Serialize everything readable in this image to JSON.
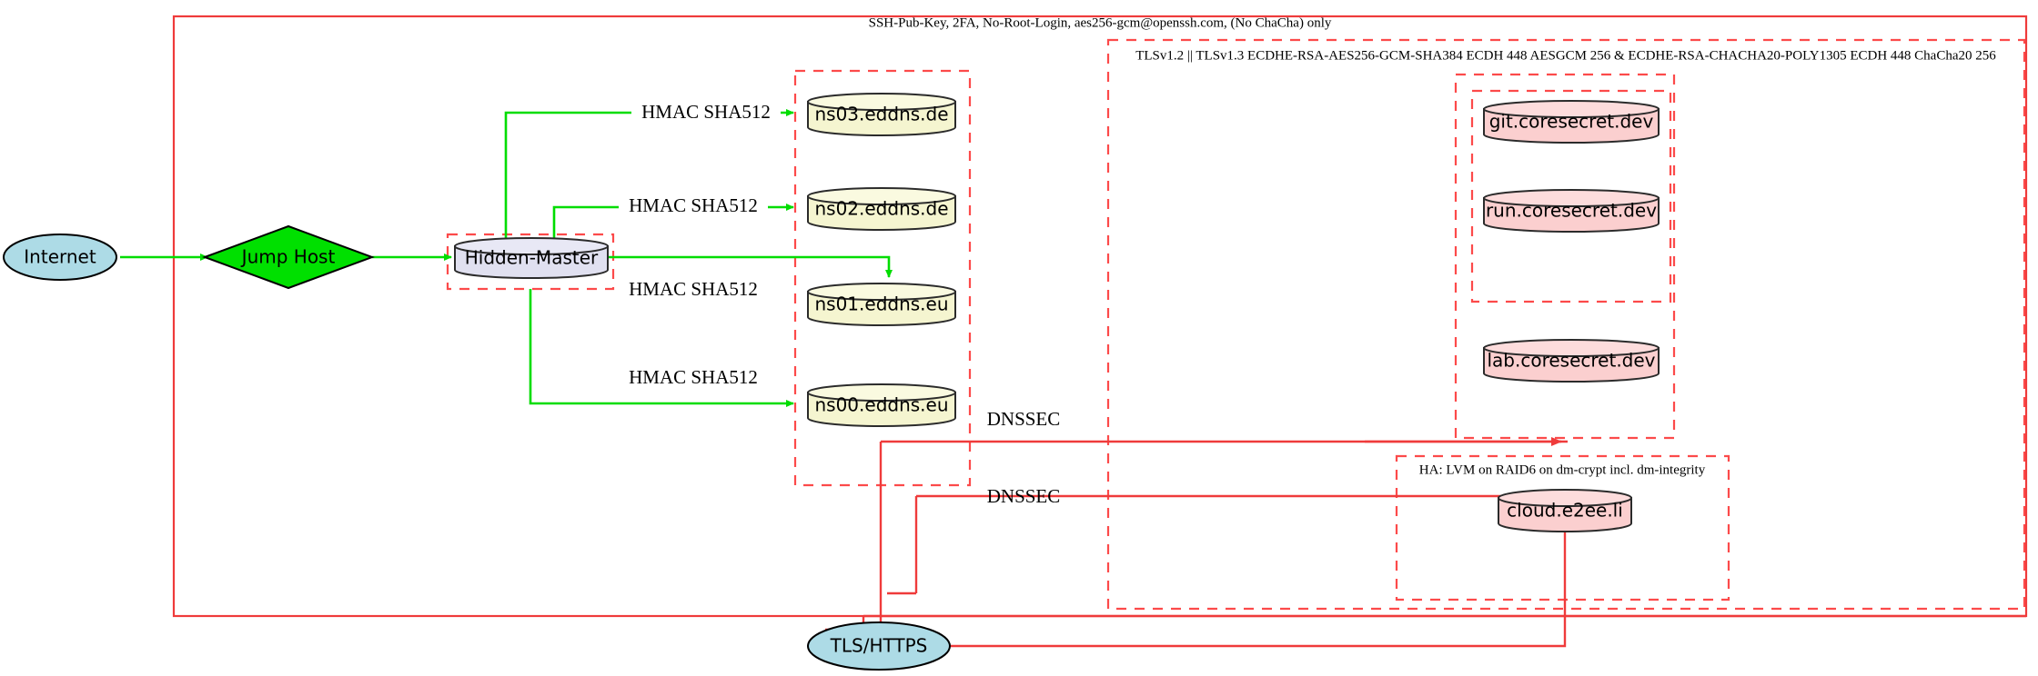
{
  "diagram": {
    "title": "Network infrastructure topology",
    "colors": {
      "green_edge": "#00dd00",
      "red_edge": "#ef3b3b",
      "cluster_dash": "#fc4a4a",
      "ellipse_fill": "#addbe6",
      "diamond_fill": "#00e000",
      "master_fill": "#e0e0f0",
      "dns_fill": "#f5f5d0",
      "service_fill": "#fbcfcf"
    },
    "clusters": [
      {
        "id": "ssh",
        "label": "SSH-Pub-Key, 2FA, No-Root-Login, aes256-gcm@openssh.com, (No ChaCha) only",
        "style": "solid"
      },
      {
        "id": "tls",
        "label": "TLSv1.2 || TLSv1.3 ECDHE-RSA-AES256-GCM-SHA384 ECDH 448 AESGCM 256 & ECDHE-RSA-CHACHA20-POLY1305 ECDH 448 ChaCha20 256",
        "style": "dashed"
      },
      {
        "id": "ha",
        "label": "HA: LVM on RAID6 on dm-crypt incl. dm-integrity",
        "style": "dashed"
      },
      {
        "id": "hidden-master-box",
        "label": "",
        "style": "dashed"
      },
      {
        "id": "dns-box",
        "label": "",
        "style": "dashed"
      },
      {
        "id": "coresecret-outer-box",
        "label": "",
        "style": "dashed"
      },
      {
        "id": "coresecret-inner-box",
        "label": "",
        "style": "dashed"
      },
      {
        "id": "cloud-box",
        "label": "",
        "style": "dashed"
      }
    ],
    "nodes": [
      {
        "id": "internet",
        "label": "Internet",
        "shape": "ellipse",
        "fill": "#addbe6"
      },
      {
        "id": "jumphost",
        "label": "Jump Host",
        "shape": "diamond",
        "fill": "#00e000"
      },
      {
        "id": "hiddenmaster",
        "label": "Hidden-Master",
        "shape": "cylinder",
        "fill": "#e0e0f0"
      },
      {
        "id": "ns03",
        "label": "ns03.eddns.de",
        "shape": "cylinder",
        "fill": "#f5f5d0"
      },
      {
        "id": "ns02",
        "label": "ns02.eddns.de",
        "shape": "cylinder",
        "fill": "#f5f5d0"
      },
      {
        "id": "ns01",
        "label": "ns01.eddns.eu",
        "shape": "cylinder",
        "fill": "#f5f5d0"
      },
      {
        "id": "ns00",
        "label": "ns00.eddns.eu",
        "shape": "cylinder",
        "fill": "#f5f5d0"
      },
      {
        "id": "git",
        "label": "git.coresecret.dev",
        "shape": "cylinder",
        "fill": "#fbcfcf"
      },
      {
        "id": "run",
        "label": "run.coresecret.dev",
        "shape": "cylinder",
        "fill": "#fbcfcf"
      },
      {
        "id": "lab",
        "label": "lab.coresecret.dev",
        "shape": "cylinder",
        "fill": "#fbcfcf"
      },
      {
        "id": "cloud",
        "label": "cloud.e2ee.li",
        "shape": "cylinder",
        "fill": "#fbcfcf"
      },
      {
        "id": "tlshttps",
        "label": "TLS/HTTPS",
        "shape": "ellipse",
        "fill": "#addbe6"
      }
    ],
    "edge_labels": [
      {
        "id": "hmac-ns03",
        "text": "HMAC SHA512"
      },
      {
        "id": "hmac-ns02",
        "text": "HMAC SHA512"
      },
      {
        "id": "hmac-ns01",
        "text": "HMAC SHA512"
      },
      {
        "id": "hmac-ns00",
        "text": "HMAC SHA512"
      },
      {
        "id": "dnssec-top",
        "text": "DNSSEC"
      },
      {
        "id": "dnssec-bot",
        "text": "DNSSEC"
      }
    ]
  }
}
